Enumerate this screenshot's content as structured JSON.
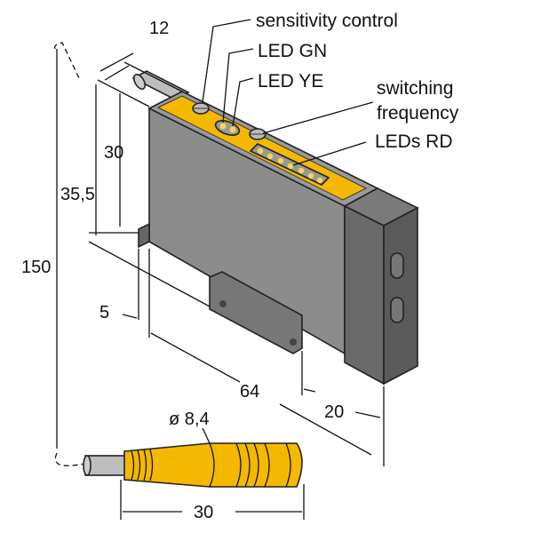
{
  "labels": {
    "sensitivity_control": "sensitivity control",
    "led_gn": "LED GN",
    "led_ye": "LED YE",
    "switching_frequency_1": "switching",
    "switching_frequency_2": "frequency",
    "leds_rd": "LEDs RD"
  },
  "dimensions": {
    "width_top": "12",
    "height_30": "30",
    "height_35_5": "35,5",
    "cable_150": "150",
    "foot_5": "5",
    "length_64": "64",
    "cap_20": "20",
    "diameter": "ø 8,4",
    "connector_30": "30"
  },
  "colors": {
    "yellow": "#f4b800",
    "body": "#8c8c8c",
    "dark": "#555555",
    "cable": "#bdbdbd"
  }
}
